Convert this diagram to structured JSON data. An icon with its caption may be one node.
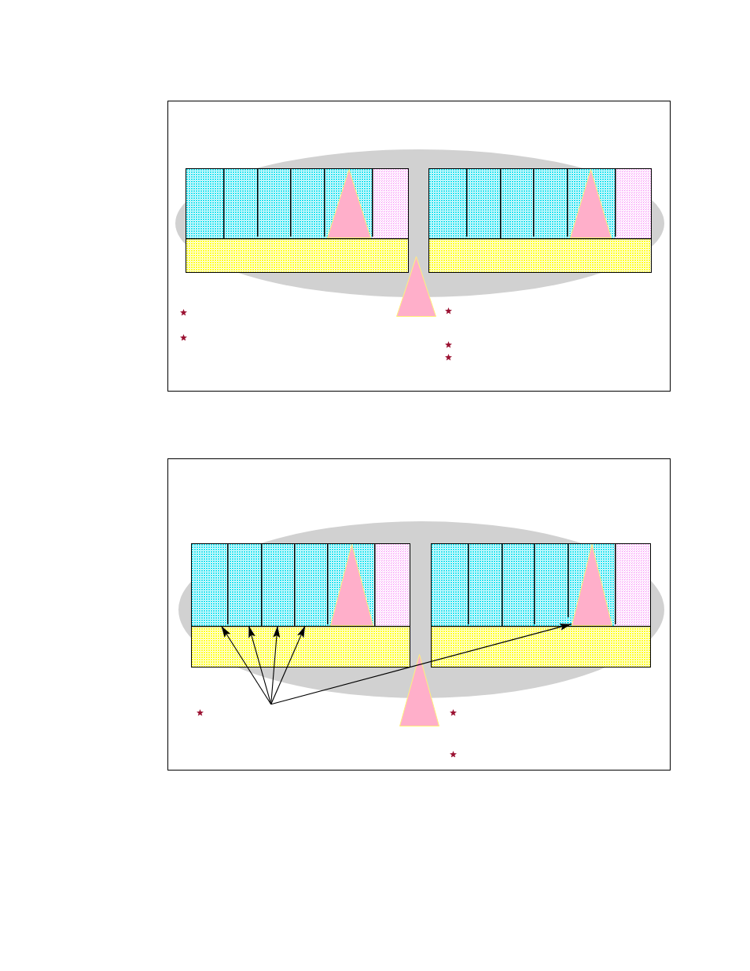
{
  "diagram": {
    "nodes": [
      {
        "text": [],
        "shape": "box"
      },
      {
        "text": [],
        "shape": "ellipse",
        "in": 0
      },
      {
        "text": [],
        "shape": "box",
        "in": 1
      },
      {
        "text": [],
        "shape": "box",
        "in": 2
      },
      {
        "text": [],
        "shape": "box",
        "in": 2
      },
      {
        "text": [],
        "shape": "box",
        "in": 2
      },
      {
        "text": [],
        "shape": "box",
        "in": 2
      },
      {
        "text": [],
        "shape": "box",
        "in": 2
      },
      {
        "text": [],
        "shape": "box",
        "in": 2
      },
      {
        "text": [],
        "shape": "triangle",
        "in": 7
      },
      {
        "text": [],
        "shape": "bar",
        "in": 2
      },
      {
        "text": [],
        "shape": "box",
        "in": 1
      },
      {
        "text": [],
        "shape": "box",
        "in": 11
      },
      {
        "text": [],
        "shape": "box",
        "in": 11
      },
      {
        "text": [],
        "shape": "box",
        "in": 11
      },
      {
        "text": [],
        "shape": "box",
        "in": 11
      },
      {
        "text": [],
        "shape": "box",
        "in": 11
      },
      {
        "text": [],
        "shape": "box",
        "in": 11
      },
      {
        "text": [],
        "shape": "triangle",
        "in": 16
      },
      {
        "text": [],
        "shape": "bar",
        "in": 11
      },
      {
        "text": [],
        "shape": "triangle",
        "in": 0
      },
      {
        "text": [],
        "shape": "box"
      },
      {
        "text": [],
        "shape": "ellipse",
        "in": 21
      },
      {
        "text": [],
        "shape": "box",
        "in": 22
      },
      {
        "text": [],
        "shape": "box",
        "in": 23
      },
      {
        "text": [],
        "shape": "box",
        "in": 23
      },
      {
        "text": [],
        "shape": "box",
        "in": 23
      },
      {
        "text": [],
        "shape": "box",
        "in": 23
      },
      {
        "text": [],
        "shape": "box",
        "in": 23
      },
      {
        "text": [],
        "shape": "box",
        "in": 23
      },
      {
        "text": [],
        "shape": "triangle",
        "in": 28
      },
      {
        "text": [],
        "shape": "bar",
        "in": 23
      },
      {
        "text": [],
        "shape": "box",
        "in": 22
      },
      {
        "text": [],
        "shape": "box",
        "in": 32
      },
      {
        "text": [],
        "shape": "box",
        "in": 32
      },
      {
        "text": [],
        "shape": "box",
        "in": 32
      },
      {
        "text": [],
        "shape": "box",
        "in": 32
      },
      {
        "text": [],
        "shape": "box",
        "in": 32
      },
      {
        "text": [],
        "shape": "box",
        "in": 32
      },
      {
        "text": [],
        "shape": "triangle",
        "in": 37
      },
      {
        "text": [],
        "shape": "bar",
        "in": 32
      },
      {
        "text": [],
        "shape": "triangle",
        "in": 21
      }
    ],
    "edges": [
      {
        "from": null,
        "to": 24,
        "arrow": "to"
      },
      {
        "from": null,
        "to": 25,
        "arrow": "to"
      },
      {
        "from": null,
        "to": 26,
        "arrow": "to"
      },
      {
        "from": null,
        "to": 27,
        "arrow": "to"
      },
      {
        "from": null,
        "to": 39,
        "arrow": "to"
      }
    ]
  }
}
